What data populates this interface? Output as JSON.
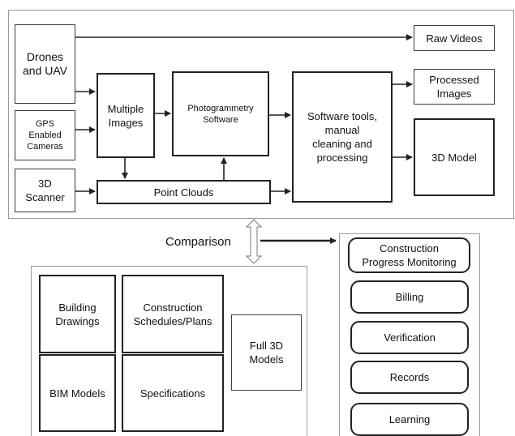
{
  "colors": {
    "stroke": "#222222",
    "panel_border": "#9a9a9a"
  },
  "top": {
    "drones": "Drones\nand UAV",
    "gps": "GPS\nEnabled\nCameras",
    "scanner": "3D\nScanner",
    "multiple_images": "Multiple\nImages",
    "photogrammetry": "Photogrammetry\nSoftware",
    "point_clouds": "Point Clouds",
    "software_tools": "Software tools,\nmanual\ncleaning and\nprocessing",
    "raw_videos": "Raw Videos",
    "processed_images": "Processed\nImages",
    "model_3d": "3D Model"
  },
  "comparison_label": "Comparison",
  "left_panel": {
    "building_drawings": "Building\nDrawings",
    "schedules": "Construction\nSchedules/Plans",
    "bim_models": "BIM Models",
    "specifications": "Specifications",
    "full_3d_models": "Full 3D\nModels"
  },
  "right_panel": {
    "items": [
      "Construction\nProgress Monitoring",
      "Billing",
      "Verification",
      "Records",
      "Learning"
    ]
  }
}
